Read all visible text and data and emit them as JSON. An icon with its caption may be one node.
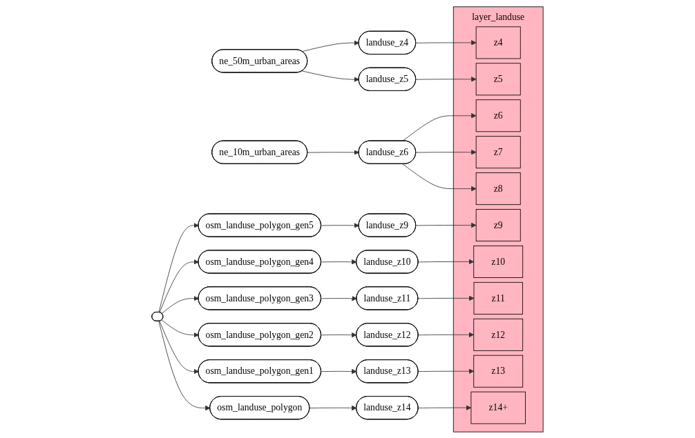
{
  "diagram": {
    "nodes": [
      {
        "text": [
          "ne_50m_urban_areas"
        ]
      },
      {
        "text": [
          "ne_10m_urban_areas"
        ]
      },
      {
        "text": [],
        "shape": "ellipse"
      },
      {
        "text": [
          "osm_landuse_polygon_gen5"
        ]
      },
      {
        "text": [
          "osm_landuse_polygon_gen4"
        ]
      },
      {
        "text": [
          "osm_landuse_polygon_gen3"
        ]
      },
      {
        "text": [
          "osm_landuse_polygon_gen2"
        ]
      },
      {
        "text": [
          "osm_landuse_polygon_gen1"
        ]
      },
      {
        "text": [
          "osm_landuse_polygon"
        ]
      },
      {
        "text": [
          "landuse_z4"
        ]
      },
      {
        "text": [
          "landuse_z5"
        ]
      },
      {
        "text": [
          "landuse_z6"
        ]
      },
      {
        "text": [
          "landuse_z9"
        ]
      },
      {
        "text": [
          "landuse_z10"
        ]
      },
      {
        "text": [
          "landuse_z11"
        ]
      },
      {
        "text": [
          "landuse_z12"
        ]
      },
      {
        "text": [
          "landuse_z13"
        ]
      },
      {
        "text": [
          "landuse_z14"
        ]
      },
      {
        "text": [
          "layer_landuse"
        ]
      },
      {
        "text": [
          "z4"
        ],
        "in": 18
      },
      {
        "text": [
          "z5"
        ],
        "in": 18
      },
      {
        "text": [
          "z6"
        ],
        "in": 18
      },
      {
        "text": [
          "z7"
        ],
        "in": 18
      },
      {
        "text": [
          "z8"
        ],
        "in": 18
      },
      {
        "text": [
          "z9"
        ],
        "in": 18
      },
      {
        "text": [
          "z10"
        ],
        "in": 18
      },
      {
        "text": [
          "z11"
        ],
        "in": 18
      },
      {
        "text": [
          "z12"
        ],
        "in": 18
      },
      {
        "text": [
          "z13"
        ],
        "in": 18
      },
      {
        "text": [
          "z14+"
        ],
        "in": 18
      }
    ],
    "edges": [
      {
        "from": 0,
        "to": 9,
        "arrow": "to"
      },
      {
        "from": 0,
        "to": 10,
        "arrow": "to"
      },
      {
        "from": 1,
        "to": 11,
        "arrow": "to"
      },
      {
        "from": 2,
        "to": 3,
        "arrow": "to"
      },
      {
        "from": 2,
        "to": 4,
        "arrow": "to"
      },
      {
        "from": 2,
        "to": 5,
        "arrow": "to"
      },
      {
        "from": 2,
        "to": 6,
        "arrow": "to"
      },
      {
        "from": 2,
        "to": 7,
        "arrow": "to"
      },
      {
        "from": 2,
        "to": 8,
        "arrow": "to"
      },
      {
        "from": 3,
        "to": 12,
        "arrow": "to"
      },
      {
        "from": 4,
        "to": 13,
        "arrow": "to"
      },
      {
        "from": 5,
        "to": 14,
        "arrow": "to"
      },
      {
        "from": 6,
        "to": 15,
        "arrow": "to"
      },
      {
        "from": 7,
        "to": 16,
        "arrow": "to"
      },
      {
        "from": 8,
        "to": 17,
        "arrow": "to"
      },
      {
        "from": 9,
        "to": 19,
        "arrow": "to"
      },
      {
        "from": 10,
        "to": 20,
        "arrow": "to"
      },
      {
        "from": 11,
        "to": 21,
        "arrow": "to"
      },
      {
        "from": 11,
        "to": 22,
        "arrow": "to"
      },
      {
        "from": 11,
        "to": 23,
        "arrow": "to"
      },
      {
        "from": 12,
        "to": 24,
        "arrow": "to"
      },
      {
        "from": 13,
        "to": 25,
        "arrow": "to"
      },
      {
        "from": 14,
        "to": 26,
        "arrow": "to"
      },
      {
        "from": 15,
        "to": 27,
        "arrow": "to"
      },
      {
        "from": 16,
        "to": 28,
        "arrow": "to"
      },
      {
        "from": 17,
        "to": 29,
        "arrow": "to"
      }
    ]
  }
}
